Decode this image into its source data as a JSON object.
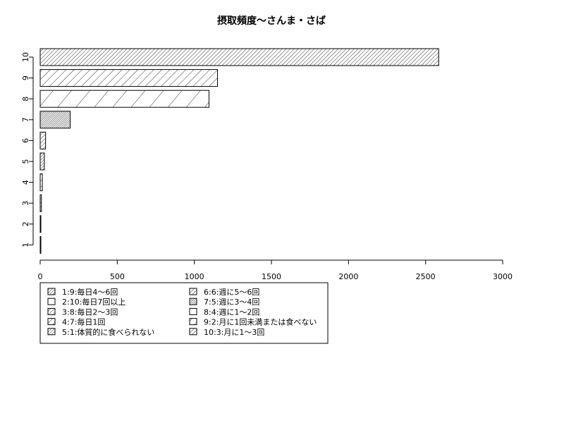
{
  "chart_data": {
    "type": "bar",
    "orientation": "horizontal",
    "title": "摂取頻度〜さんま・さば",
    "xlabel": "",
    "ylabel": "",
    "categories": [
      "1",
      "2",
      "3",
      "4",
      "5",
      "6",
      "7",
      "8",
      "9",
      "10"
    ],
    "values": [
      2,
      3,
      8,
      14,
      27,
      35,
      195,
      1095,
      1150,
      2585
    ],
    "xlim": [
      0,
      3000
    ],
    "xticks": [
      0,
      500,
      1000,
      1500,
      2000,
      2500,
      3000
    ],
    "grid": false,
    "legend": {
      "placement": "bottom-left",
      "columns": [
        [
          "1:9:毎日4〜6回",
          "2:10:毎日7回以上",
          "3:8:毎日2〜3回",
          "4:7:毎日1回",
          "5:1:体質的に食べられない"
        ],
        [
          "6:6:週に5〜6回",
          "7:5:週に3〜4回",
          "8:4:週に1〜2回",
          "9:2:月に1回未満または食べない",
          "10:3:月に1〜3回"
        ]
      ]
    }
  }
}
